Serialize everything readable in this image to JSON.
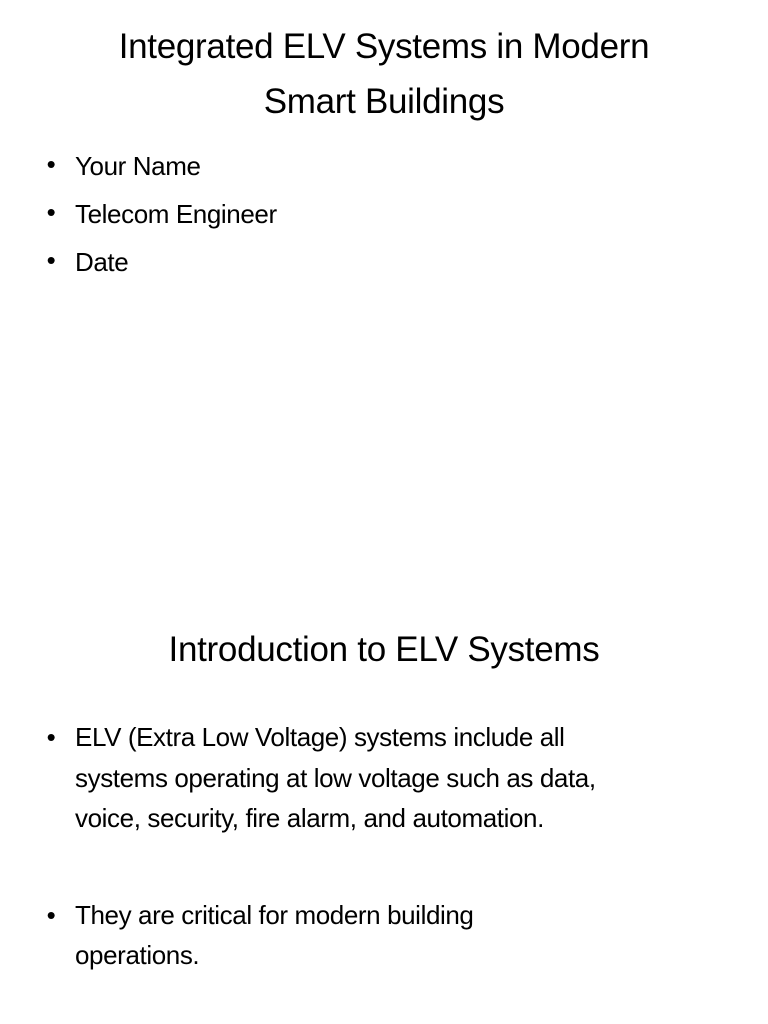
{
  "slides": [
    {
      "title_lines": [
        "Integrated ELV Systems in Modern",
        "Smart Buildings"
      ],
      "bullets": [
        {
          "lines": [
            "Your Name"
          ]
        },
        {
          "lines": [
            "Telecom Engineer"
          ]
        },
        {
          "lines": [
            "Date"
          ]
        }
      ]
    },
    {
      "title_lines": [
        "Introduction to ELV Systems"
      ],
      "bullets": [
        {
          "lines": [
            "ELV (Extra Low Voltage) systems include all",
            "systems operating at low voltage such as data,",
            "voice, security, fire alarm, and automation."
          ]
        },
        {
          "lines": [
            "They are critical for modern building",
            "operations."
          ]
        }
      ]
    }
  ],
  "bullet_glyph": "•",
  "colors": {
    "background": "#ffffff",
    "text": "#000000"
  }
}
